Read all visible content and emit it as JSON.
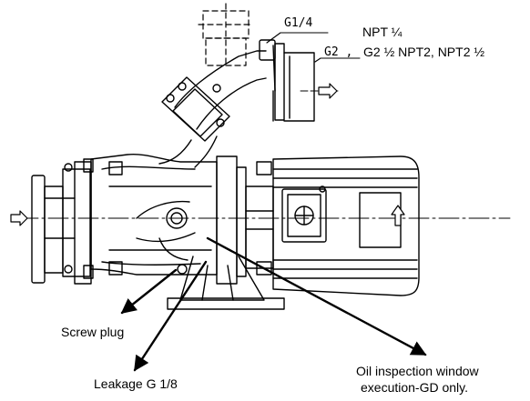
{
  "labels": {
    "thread_small": "G1/4",
    "npt_small": "NPT ¼",
    "thread_large_prefix": "G2 ,",
    "thread_large_rest": "G2 ½  NPT2, NPT2 ½",
    "screw_plug": "Screw plug",
    "leakage": "Leakage G 1/8",
    "oil_window_line1": "Oil inspection window",
    "oil_window_line2": "execution-GD only."
  },
  "colors": {
    "line": "#000000",
    "background": "#ffffff"
  }
}
